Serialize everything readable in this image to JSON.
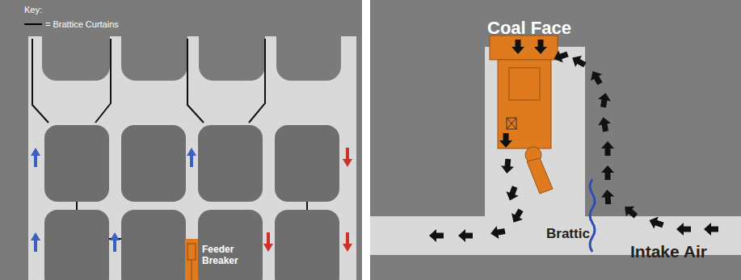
{
  "diagram": {
    "labels": [
      "Key:",
      "Feeder Breaker",
      "Coal Face",
      "Brattic",
      "Intake Air"
    ],
    "legend": [
      {
        "text": "= Brattice Curtains"
      }
    ]
  }
}
